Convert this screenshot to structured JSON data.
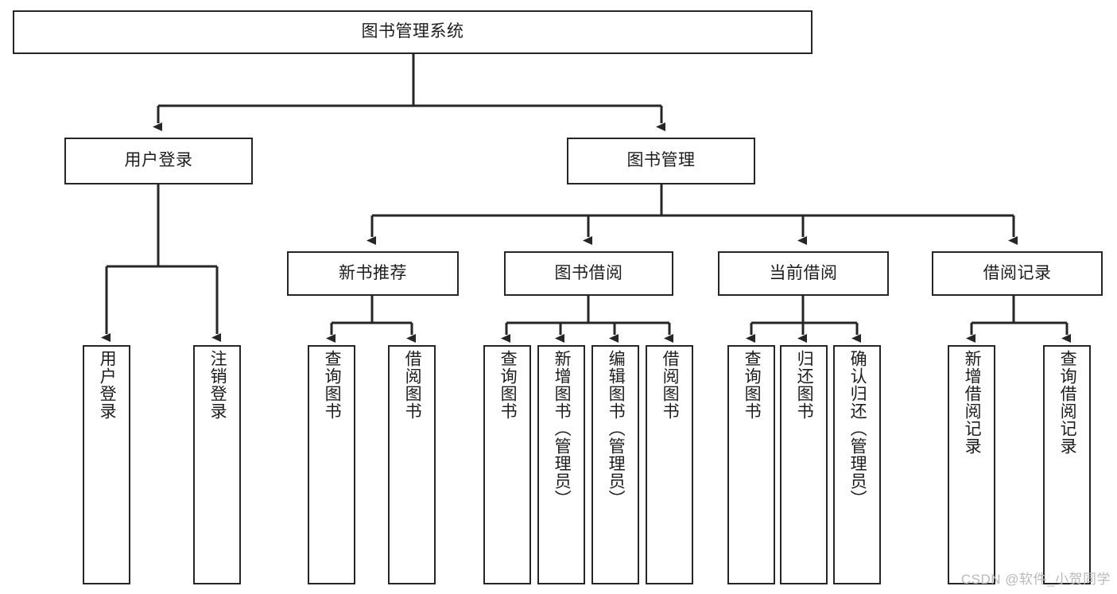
{
  "diagram": {
    "title": "图书管理系统",
    "type": "tree",
    "watermark": "CSDN @软件_小贺同学",
    "colors": {
      "stroke": "#262626",
      "box_fill": "#ffffff",
      "text": "#1d1d1d",
      "watermark": "#b9b9b9",
      "background": "#ffffff"
    },
    "nodes": {
      "root": {
        "label": "图书管理系统"
      },
      "level2": [
        {
          "id": "user-login",
          "label": "用户登录"
        },
        {
          "id": "book-manage",
          "label": "图书管理"
        }
      ],
      "level3": [
        {
          "id": "new-book-recommend",
          "label": "新书推荐"
        },
        {
          "id": "book-borrow",
          "label": "图书借阅"
        },
        {
          "id": "current-borrow",
          "label": "当前借阅"
        },
        {
          "id": "borrow-record",
          "label": "借阅记录"
        }
      ],
      "leaves": {
        "user-login": [
          {
            "id": "leaf-user-login",
            "label": "用户登录"
          },
          {
            "id": "leaf-logout-login",
            "label": "注销登录"
          }
        ],
        "new-book-recommend": [
          {
            "id": "leaf-query-book-1",
            "label": "查询图书"
          },
          {
            "id": "leaf-borrow-book-1",
            "label": "借阅图书"
          }
        ],
        "book-borrow": [
          {
            "id": "leaf-query-book-2",
            "label": "查询图书"
          },
          {
            "id": "leaf-add-book",
            "label": "新增图书（管理员）"
          },
          {
            "id": "leaf-edit-book",
            "label": "编辑图书（管理员）"
          },
          {
            "id": "leaf-borrow-book-2",
            "label": "借阅图书"
          }
        ],
        "current-borrow": [
          {
            "id": "leaf-query-book-3",
            "label": "查询图书"
          },
          {
            "id": "leaf-return-book",
            "label": "归还图书"
          },
          {
            "id": "leaf-confirm-return",
            "label": "确认归还（管理员）"
          }
        ],
        "borrow-record": [
          {
            "id": "leaf-add-record",
            "label": "新增借阅记录"
          },
          {
            "id": "leaf-query-record",
            "label": "查询借阅记录"
          }
        ]
      }
    }
  }
}
